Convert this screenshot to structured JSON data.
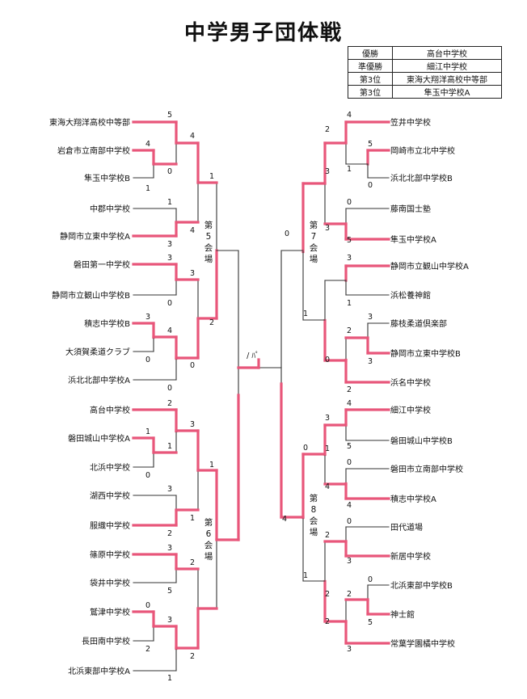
{
  "title": "中学男子団体戦",
  "results": [
    {
      "rank": "優勝",
      "school": "高台中学校"
    },
    {
      "rank": "準優勝",
      "school": "細江中学校"
    },
    {
      "rank": "第3位",
      "school": "東海大翔洋高校中等部"
    },
    {
      "rank": "第3位",
      "school": "隼玉中学校A"
    }
  ],
  "venues": {
    "v5": [
      "第",
      "5",
      "会",
      "場"
    ],
    "v6": [
      "第",
      "6",
      "会",
      "場"
    ],
    "v7": [
      "第",
      "7",
      "会",
      "場"
    ],
    "v8": [
      "第",
      "8",
      "会",
      "場"
    ]
  },
  "final_mark": "/ ﾊﾟ",
  "left_teams": [
    "東海大翔洋高校中等部",
    "岩倉市立南部中学校",
    "隼玉中学校B",
    "中郡中学校",
    "静岡市立東中学校A",
    "磐田第一中学校",
    "静岡市立観山中学校B",
    "積志中学校B",
    "大須賀柔道クラブ",
    "浜北北部中学校A",
    "高台中学校",
    "磐田城山中学校A",
    "北浜中学校",
    "湖西中学校",
    "服織中学校",
    "篠原中学校",
    "袋井中学校",
    "鷲津中学校",
    "長田南中学校",
    "北浜東部中学校A"
  ],
  "right_teams": [
    "笠井中学校",
    "岡崎市立北中学校",
    "浜北北部中学校B",
    "藤南国士塾",
    "隼玉中学校A",
    "静岡市立観山中学校A",
    "浜松養神館",
    "藤枝柔道倶楽部",
    "静岡市立東中学校B",
    "浜名中学校",
    "細江中学校",
    "磐田城山中学校B",
    "磐田市立南部中学校",
    "積志中学校A",
    "田代道場",
    "新居中学校",
    "北浜東部中学校B",
    "神士館",
    "常葉学園橘中学校"
  ],
  "left_scores": [
    "5",
    "4",
    "0",
    "1",
    "1",
    "3",
    "3",
    "0",
    "3",
    "0",
    "4",
    "0",
    "2",
    "1",
    "1",
    "0",
    "3",
    "2",
    "3",
    "5",
    "0",
    "2",
    "3",
    "1",
    "4",
    "4",
    "3",
    "0",
    "3",
    "1",
    "2",
    "2",
    "1",
    "2",
    "1"
  ],
  "right_scores": [
    "4",
    "5",
    "1",
    "0",
    "2",
    "0",
    "5",
    "3",
    "3",
    "3",
    "1",
    "3",
    "2",
    "3",
    "0",
    "2",
    "1",
    "3",
    "4",
    "5",
    "0",
    "4",
    "1",
    "4",
    "0",
    "2",
    "3",
    "0",
    "2",
    "5",
    "2",
    "2",
    "3",
    "0",
    "1",
    "0",
    "4"
  ]
}
